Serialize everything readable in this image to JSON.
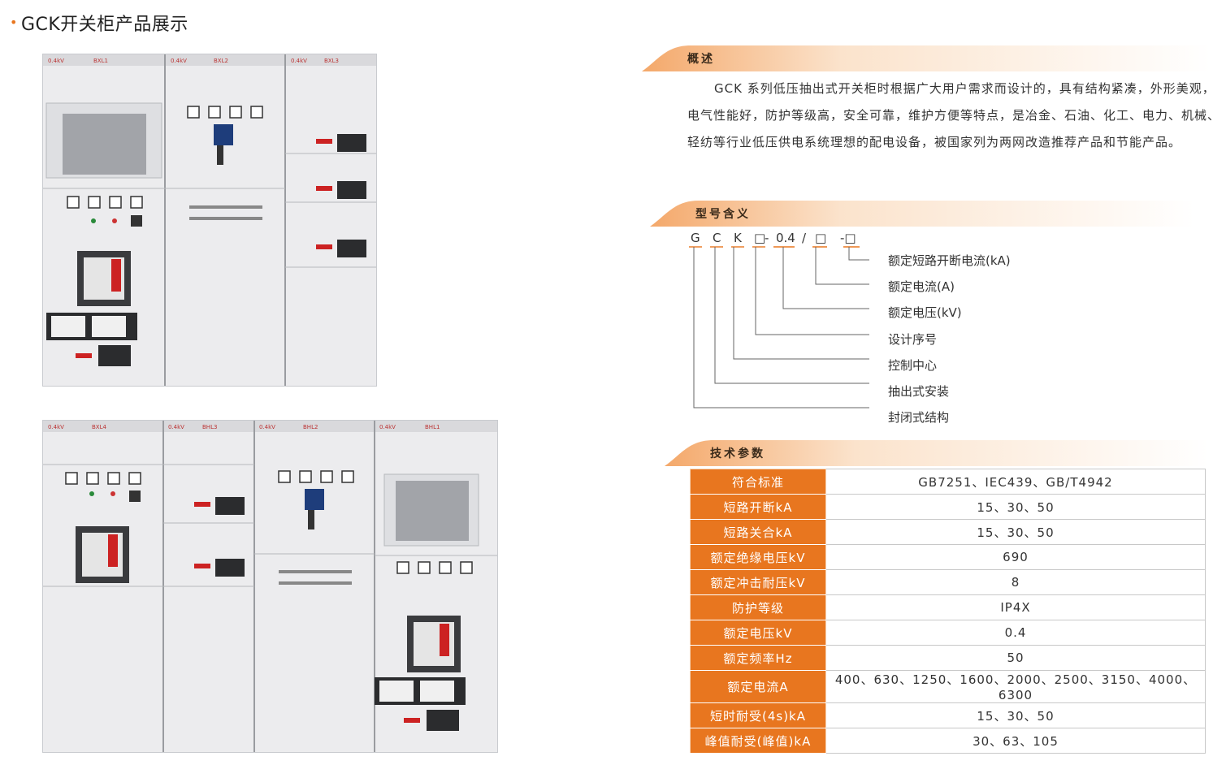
{
  "page": {
    "title": "GCK开关柜产品展示"
  },
  "sections": {
    "overview": {
      "heading": "概述",
      "text": "GCK 系列低压抽出式开关柜时根据广大用户需求而设计的，具有结构紧凑，外形美观，电气性能好，防护等级高，安全可靠，维护方便等特点，是冶金、石油、化工、电力、机械、轻纺等行业低压供电系统理想的配电设备，被国家列为两网改造推荐产品和节能产品。"
    },
    "model": {
      "heading": "型号含义",
      "code_chars": [
        "G",
        "C",
        "K",
        "□",
        "-",
        "0.4",
        "/",
        "□",
        "-□"
      ],
      "descriptions": [
        "额定短路开断电流(kA)",
        "额定电流(A)",
        "额定电压(kV)",
        "设计序号",
        "控制中心",
        "抽出式安装",
        "封闭式结构"
      ]
    },
    "specs": {
      "heading": "技术参数",
      "rows": [
        {
          "key": "符合标准",
          "value": "GB7251、IEC439、GB/T4942"
        },
        {
          "key": "短路开断kA",
          "value": "15、30、50"
        },
        {
          "key": "短路关合kA",
          "value": "15、30、50"
        },
        {
          "key": "额定绝缘电压kV",
          "value": "690"
        },
        {
          "key": "额定冲击耐压kV",
          "value": "8"
        },
        {
          "key": "防护等级",
          "value": "IP4X"
        },
        {
          "key": "额定电压kV",
          "value": "0.4"
        },
        {
          "key": "额定频率Hz",
          "value": "50"
        },
        {
          "key": "额定电流A",
          "value": "400、630、1250、1600、2000、2500、3150、4000、6300"
        },
        {
          "key": "短时耐受(4s)kA",
          "value": "15、30、50"
        },
        {
          "key": "峰值耐受(峰值)kA",
          "value": "30、63、105"
        }
      ]
    }
  },
  "cabinet_labels": {
    "top": [
      "0.4kV",
      "BXL1",
      "0.4kV",
      "BXL2",
      "0.4kV",
      "BXL3"
    ],
    "bottom": [
      "0.4kV",
      "BXL4",
      "0.4kV",
      "BHL3",
      "0.4kV",
      "BHL2",
      "0.4kV",
      "BHL1"
    ]
  },
  "colors": {
    "accent": "#e8761f",
    "banner_light": "#fbe3cc"
  }
}
